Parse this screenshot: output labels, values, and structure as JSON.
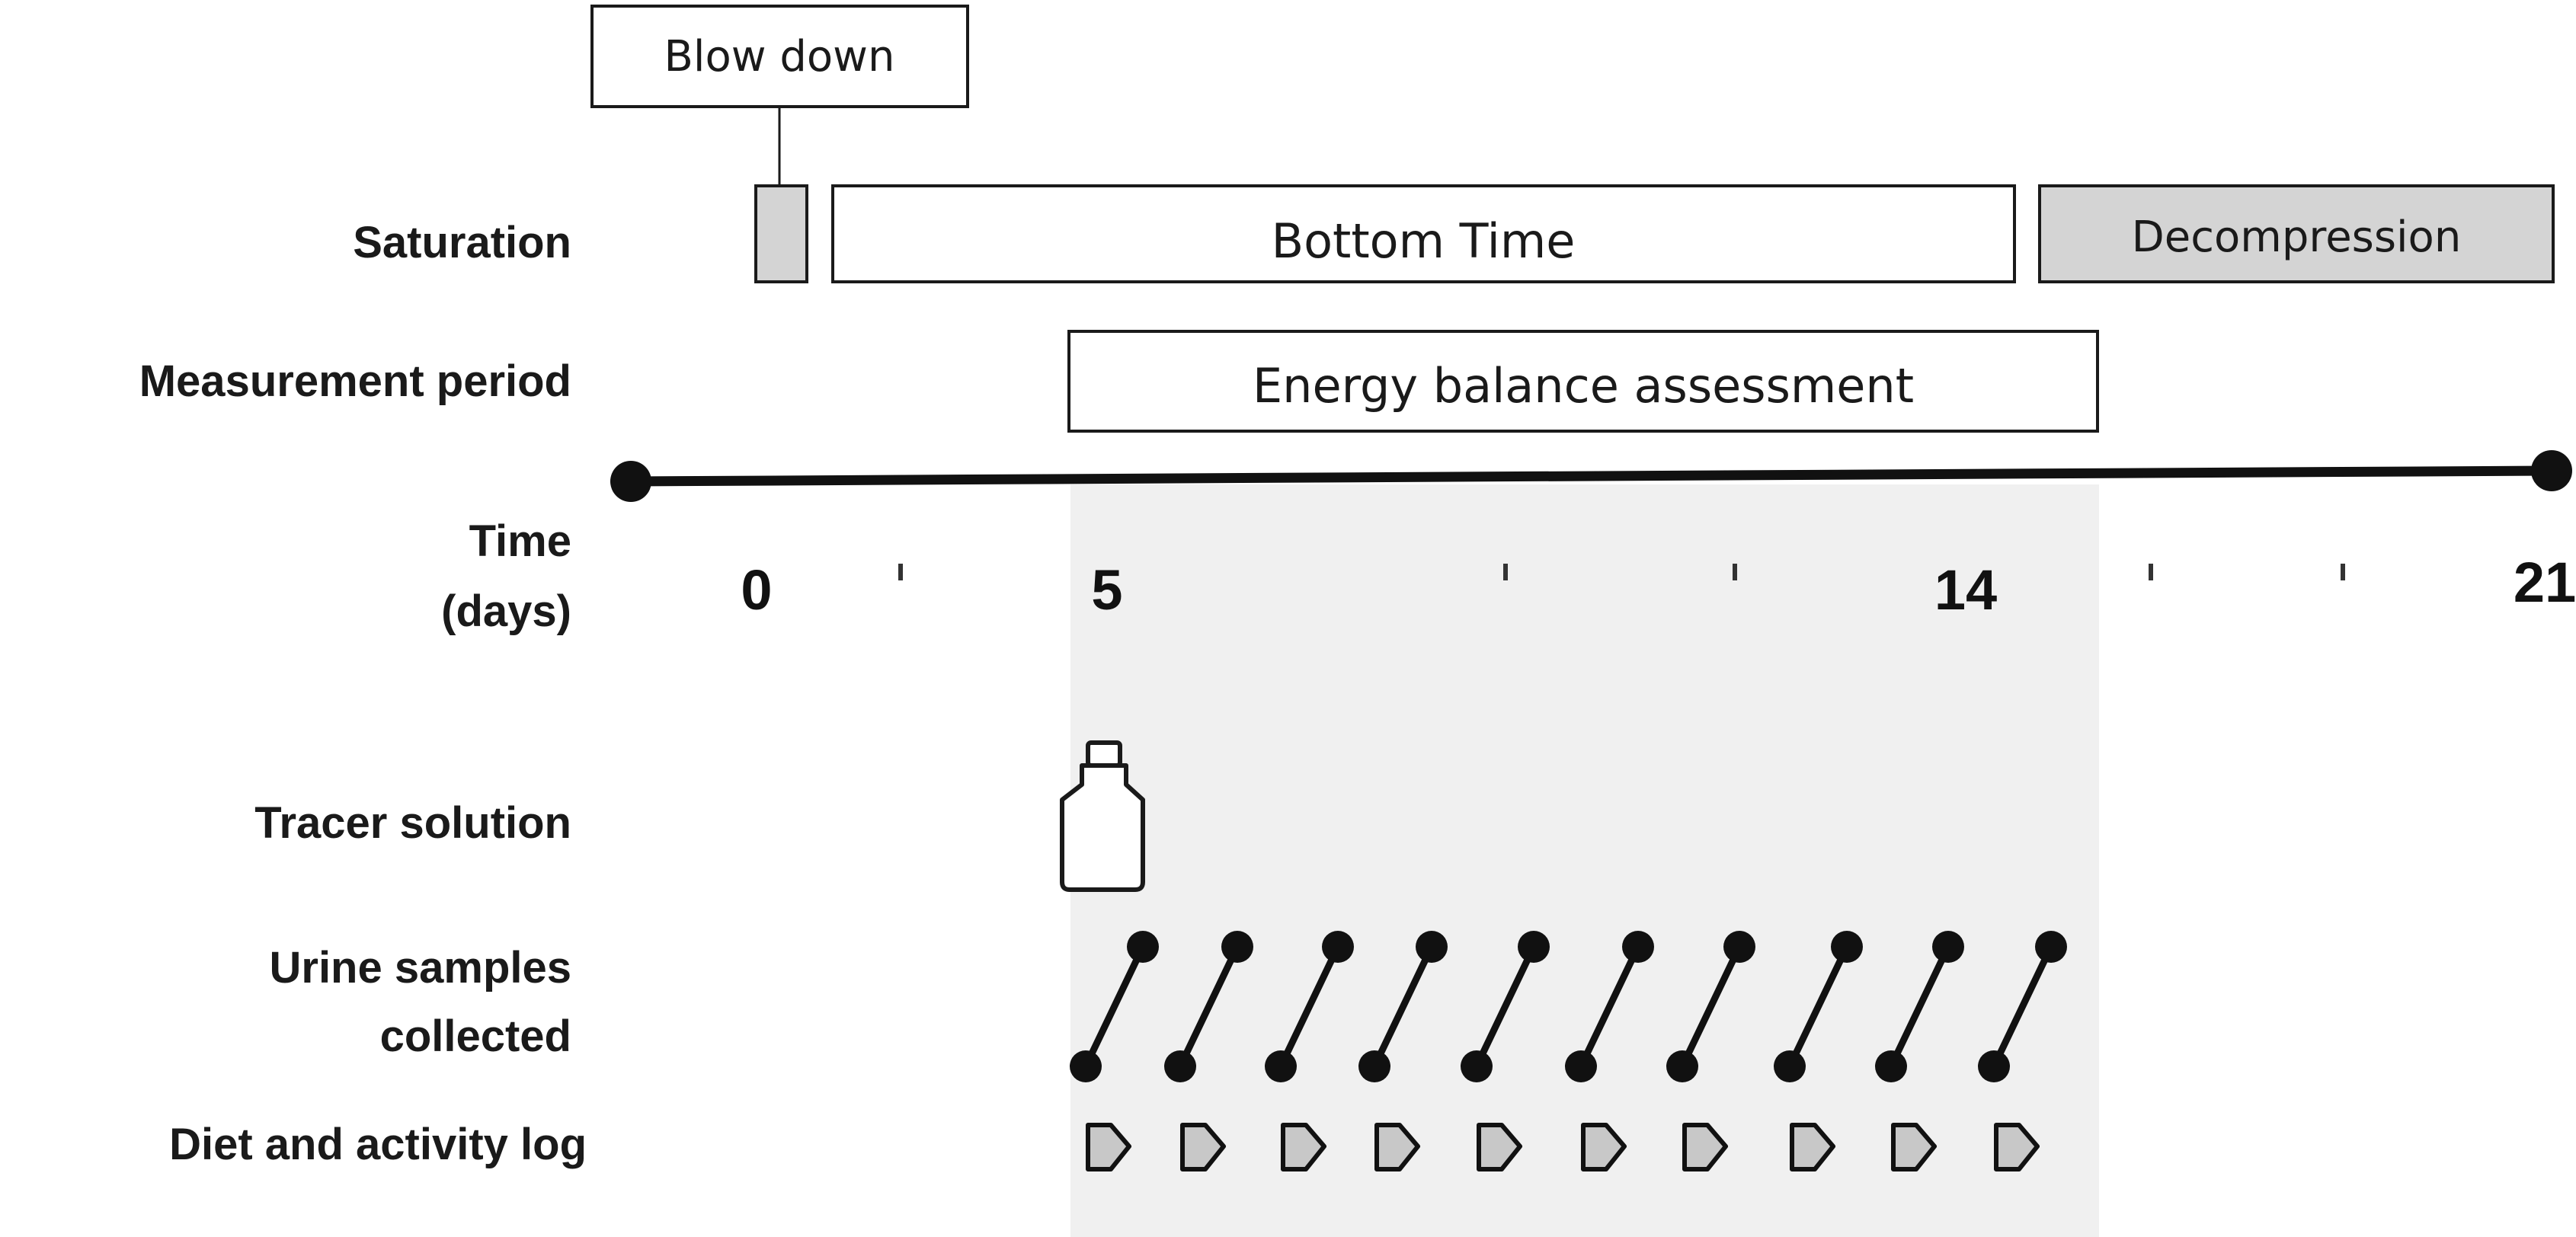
{
  "labels": {
    "saturation": "Saturation",
    "measurement_period": "Measurement period",
    "time_line1": "Time",
    "time_line2": "(days)",
    "tracer_solution": "Tracer solution",
    "urine_line1": "Urine samples",
    "urine_line2": "collected",
    "diet_log": "Diet and activity log"
  },
  "boxes": {
    "blow_down": "Blow down",
    "bottom_time": "Bottom Time",
    "decompression": "Decompression",
    "energy_balance": "Energy balance assessment"
  },
  "timeline": {
    "ticks": [
      "0",
      "5",
      "14",
      "21"
    ]
  },
  "markers": {
    "urine_sample_count": 10,
    "diet_log_count": 10,
    "tracer_icon": "bottle-icon",
    "urine_icon": "dumbbell-pin-icon",
    "diet_icon": "tag-arrow-icon"
  },
  "colors": {
    "shaded_region": "#f0f0f0",
    "grey_box": "#d4d4d4",
    "marker_fill": "#c8c8c8",
    "ink": "#111111"
  }
}
